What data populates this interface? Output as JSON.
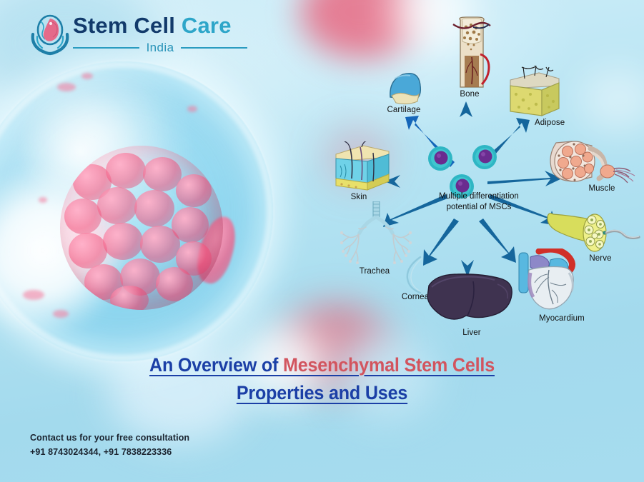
{
  "brand": {
    "name_dark": "Stem Cell",
    "name_accent": "Care",
    "subtitle": "India",
    "logo_icon": "embryo-in-hands-icon",
    "color_dark": "#123a6b",
    "color_accent": "#2ea6c9"
  },
  "headline": {
    "line1_blue": "An Overview of ",
    "line1_red": "Mesenchymal Stem Cells",
    "line2": "Properties and Uses",
    "color_blue": "#1b3fa6",
    "color_red": "#d2555f"
  },
  "contact": {
    "line1": "Contact us for your free consultation",
    "line2": "+91 8743024344, +91 7838223336"
  },
  "hero": {
    "description": "stem-cell-photograph",
    "outer_membrane_color": "#9fd9ef",
    "inner_cluster_color": "#e8447a"
  },
  "diagram": {
    "center_caption_line1": "Multiple differentiation",
    "center_caption_line2": "potential of MSCs",
    "center_cell_count": 3,
    "arrow_color": "#1565b8",
    "arrow_count": 9,
    "nodes": [
      {
        "id": "cartilage",
        "label": "Cartilage",
        "icon": "cartilage-icon"
      },
      {
        "id": "bone",
        "label": "Bone",
        "icon": "bone-icon"
      },
      {
        "id": "adipose",
        "label": "Adipose",
        "icon": "adipose-icon"
      },
      {
        "id": "skin",
        "label": "Skin",
        "icon": "skin-icon"
      },
      {
        "id": "muscle",
        "label": "Muscle",
        "icon": "muscle-icon"
      },
      {
        "id": "trachea",
        "label": "Trachea",
        "icon": "trachea-icon"
      },
      {
        "id": "nerve",
        "label": "Nerve",
        "icon": "nerve-icon"
      },
      {
        "id": "cornea",
        "label": "Cornea",
        "icon": "cornea-icon"
      },
      {
        "id": "liver",
        "label": "Liver",
        "icon": "liver-icon"
      },
      {
        "id": "myocardium",
        "label": "Myocardium",
        "icon": "myocardium-icon"
      }
    ]
  },
  "background": {
    "base_color": "#a6dcef",
    "bokeh_pink": "#ec526e",
    "bokeh_white": "#ffffff"
  }
}
